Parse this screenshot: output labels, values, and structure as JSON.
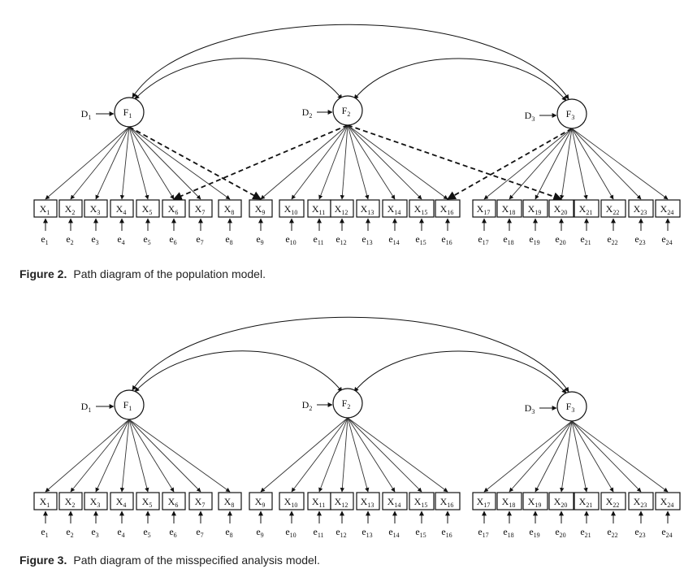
{
  "figure2": {
    "caption_label": "Figure 2.",
    "caption_text": "Path diagram of the population model."
  },
  "figure3": {
    "caption_label": "Figure 3.",
    "caption_text": "Path diagram of the misspecified analysis model."
  },
  "factors": [
    {
      "base": "F",
      "sub": "1"
    },
    {
      "base": "F",
      "sub": "2"
    },
    {
      "base": "F",
      "sub": "3"
    }
  ],
  "disturbances": [
    {
      "base": "D",
      "sub": "1"
    },
    {
      "base": "D",
      "sub": "2"
    },
    {
      "base": "D",
      "sub": "3"
    }
  ],
  "indicators": {
    "base": "X",
    "subs": [
      "1",
      "2",
      "3",
      "4",
      "5",
      "6",
      "7",
      "8",
      "9",
      "10",
      "11",
      "12",
      "13",
      "14",
      "15",
      "16",
      "17",
      "18",
      "19",
      "20",
      "21",
      "22",
      "23",
      "24"
    ]
  },
  "errors": {
    "base": "e",
    "subs": [
      "1",
      "2",
      "3",
      "4",
      "5",
      "6",
      "7",
      "8",
      "9",
      "10",
      "11",
      "12",
      "13",
      "14",
      "15",
      "16",
      "17",
      "18",
      "19",
      "20",
      "21",
      "22",
      "23",
      "24"
    ]
  },
  "cross_loadings_population": [
    {
      "factor": 1,
      "indicator": 9
    },
    {
      "factor": 2,
      "indicator": 6
    },
    {
      "factor": 2,
      "indicator": 20
    },
    {
      "factor": 3,
      "indicator": 16
    }
  ]
}
